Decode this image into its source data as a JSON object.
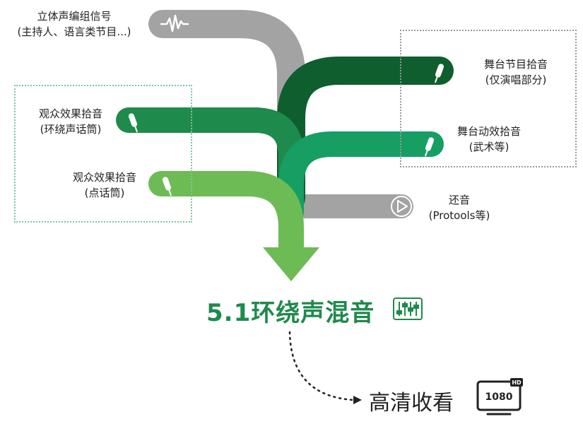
{
  "sources": {
    "stereo": {
      "line1": "立体声编组信号",
      "line2": "(主持人、语言类节目...)"
    },
    "audience_surround": {
      "line1": "观众效果拾音",
      "line2": "(环绕声话筒)"
    },
    "audience_spot": {
      "line1": "观众效果拾音",
      "line2": "(点话筒)"
    },
    "stage_program": {
      "line1": "舞台节目拾音",
      "line2": "(仅演唱部分)"
    },
    "stage_motion": {
      "line1": "舞台动效拾音",
      "line2": "(武术等)"
    },
    "playback": {
      "line1": "还音",
      "line2": "(Protools等)"
    }
  },
  "result": {
    "title": "5.1环绕声混音"
  },
  "output": {
    "label": "高清收看",
    "tv_text": "1080",
    "tv_badge": "HD"
  },
  "colors": {
    "gray": "#a3a3a3",
    "dark_green": "#0f5e2e",
    "medium_green": "#1e8a4c",
    "teal_green": "#169e63",
    "light_green": "#6dbb54"
  },
  "icons": [
    "waveform-icon",
    "microphone-icon",
    "play-icon",
    "mixer-icon",
    "tv-icon"
  ]
}
